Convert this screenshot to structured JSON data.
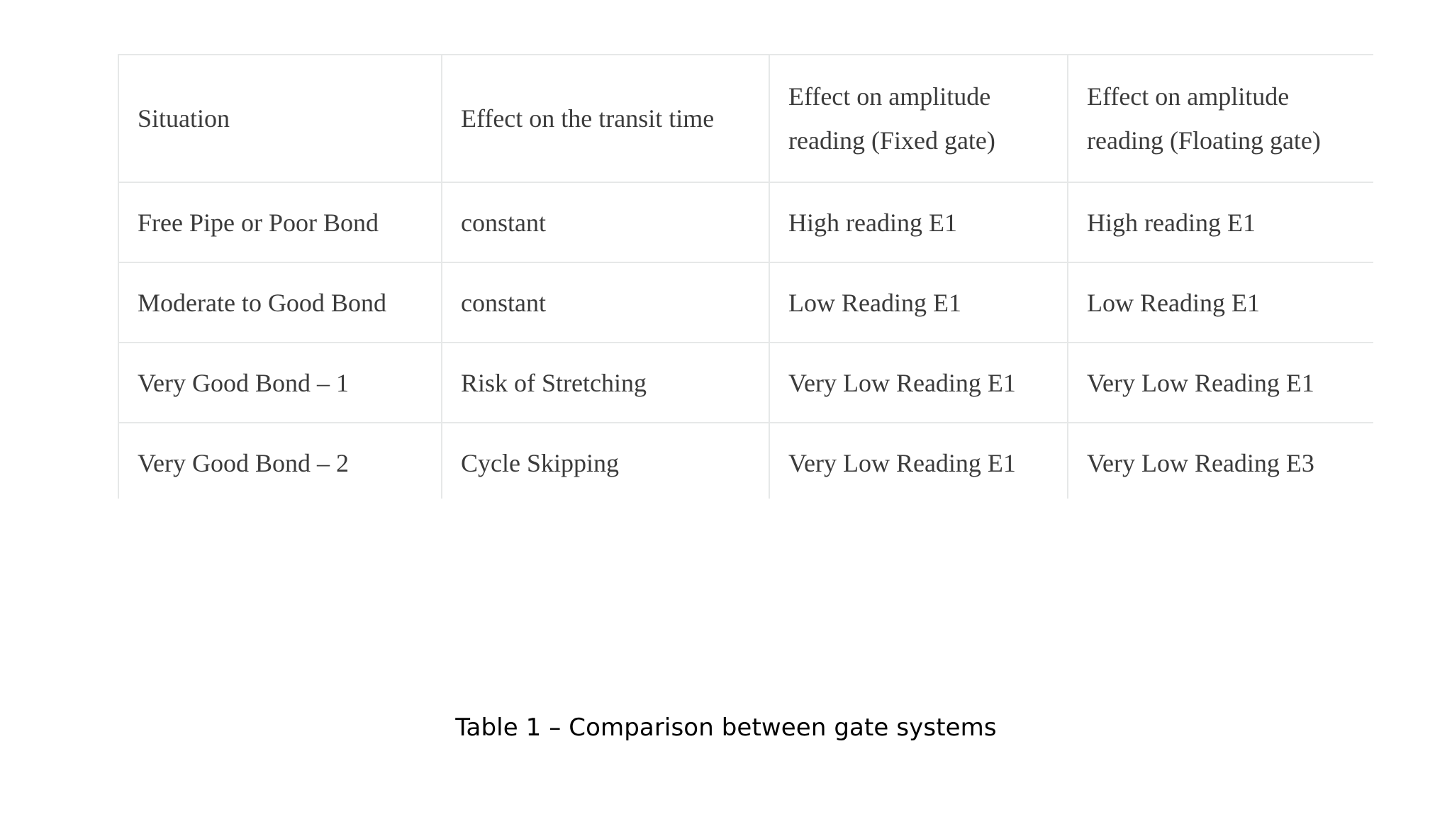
{
  "table": {
    "columns": [
      "Situation",
      "Effect on the transit time",
      "Effect on amplitude reading (Fixed gate)",
      "Effect on amplitude reading (Floating gate)"
    ],
    "rows": [
      {
        "situation": "Free Pipe or Poor Bond",
        "transit_time": "constant",
        "fixed_gate": "High reading E1",
        "floating_gate": "High reading E1"
      },
      {
        "situation": "Moderate to Good Bond",
        "transit_time": "constant",
        "fixed_gate": "Low Reading E1",
        "floating_gate": "Low Reading E1"
      },
      {
        "situation": "Very Good Bond – 1",
        "transit_time": "Risk of Stretching",
        "fixed_gate": "Very Low Reading E1",
        "floating_gate": "Very Low Reading E1"
      },
      {
        "situation": "Very Good Bond – 2",
        "transit_time": "Cycle Skipping",
        "fixed_gate": "Very Low Reading E1",
        "floating_gate": "Very Low Reading E3"
      }
    ]
  },
  "caption": "Table 1 – Comparison between gate systems",
  "colors": {
    "page_background": "#ffffff",
    "cell_border": "#e6e8e8",
    "cell_text": "#3b3b3b",
    "caption_text": "#000000"
  }
}
